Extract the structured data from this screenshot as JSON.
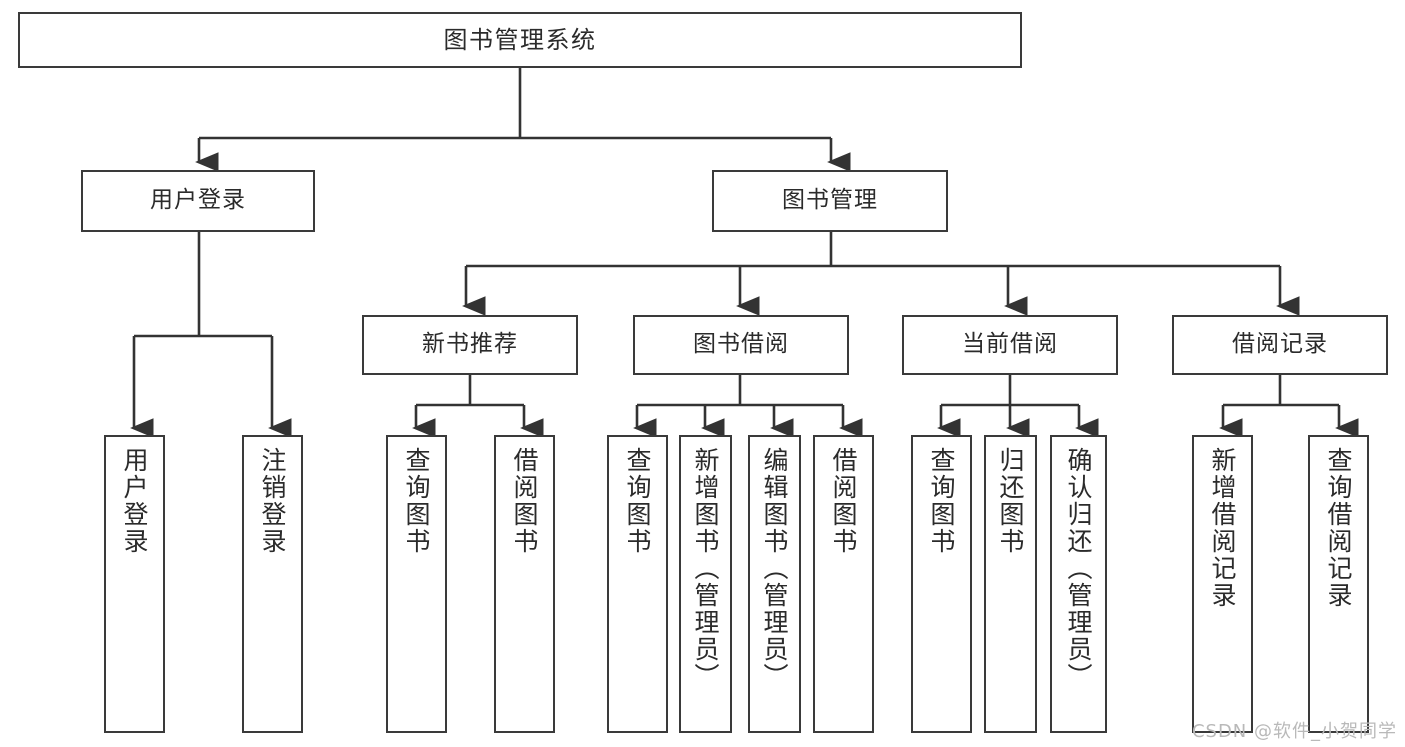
{
  "diagram": {
    "title": "图书管理系统",
    "type": "功能结构图",
    "watermark": "CSDN @软件_小贺同学",
    "colors": {
      "border": "#3a3a3a",
      "background": "#ffffff",
      "text": "#2b2b2b",
      "connector": "#333333",
      "watermark": "#b9b9b9"
    }
  },
  "nodes": {
    "root": {
      "label": "图书管理系统"
    },
    "level2": [
      {
        "id": "user-login",
        "label": "用户登录"
      },
      {
        "id": "book-management",
        "label": "图书管理"
      }
    ],
    "level3": [
      {
        "id": "new-book-recommend",
        "label": "新书推荐"
      },
      {
        "id": "book-borrow",
        "label": "图书借阅"
      },
      {
        "id": "current-borrow",
        "label": "当前借阅"
      },
      {
        "id": "borrow-record",
        "label": "借阅记录"
      }
    ],
    "leaves": {
      "user_login": [
        {
          "id": "leaf-user-login",
          "label": "用户登录"
        },
        {
          "id": "leaf-logout-login",
          "label": "注销登录"
        }
      ],
      "new_book_recommend": [
        {
          "id": "leaf-query-book-1",
          "label": "查询图书"
        },
        {
          "id": "leaf-borrow-book-1",
          "label": "借阅图书"
        }
      ],
      "book_borrow": [
        {
          "id": "leaf-query-book-2",
          "label": "查询图书"
        },
        {
          "id": "leaf-add-book",
          "label": "新增图书（管理员）"
        },
        {
          "id": "leaf-edit-book",
          "label": "编辑图书（管理员）"
        },
        {
          "id": "leaf-borrow-book-2",
          "label": "借阅图书"
        }
      ],
      "current_borrow": [
        {
          "id": "leaf-query-book-3",
          "label": "查询图书"
        },
        {
          "id": "leaf-return-book",
          "label": "归还图书"
        },
        {
          "id": "leaf-confirm-return",
          "label": "确认归还（管理员）"
        }
      ],
      "borrow_record": [
        {
          "id": "leaf-add-record",
          "label": "新增借阅记录"
        },
        {
          "id": "leaf-query-record",
          "label": "查询借阅记录"
        }
      ]
    }
  }
}
